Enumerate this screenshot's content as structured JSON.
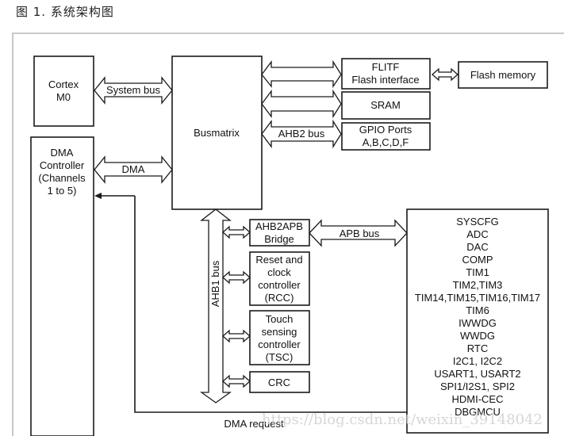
{
  "caption": "图 1. 系统架构图",
  "blocks": {
    "cortex": [
      "Cortex",
      "M0"
    ],
    "dma_controller": [
      "DMA",
      "Controller",
      "(Channels",
      "1 to 5)"
    ],
    "busmatrix": "Busmatrix",
    "flitf": [
      "FLITF",
      "Flash interface"
    ],
    "flash_memory": "Flash memory",
    "sram": "SRAM",
    "gpio": [
      "GPIO Ports",
      "A,B,C,D,F"
    ],
    "ahb2apb": [
      "AHB2APB",
      "Bridge"
    ],
    "rcc": [
      "Reset and",
      "clock",
      "controller",
      "(RCC)"
    ],
    "tsc": [
      "Touch",
      "sensing",
      "controller",
      "(TSC)"
    ],
    "crc": "CRC",
    "apb_peripherals": [
      "SYSCFG",
      "ADC",
      "DAC",
      "COMP",
      "TIM1",
      "TIM2,TIM3",
      "TIM14,TIM15,TIM16,TIM17",
      "TIM6",
      "IWWDG",
      "WWDG",
      "RTC",
      "I2C1, I2C2",
      "USART1, USART2",
      "SPI1/I2S1, SPI2",
      "HDMI-CEC",
      "DBGMCU"
    ]
  },
  "buses": {
    "system_bus": "System bus",
    "dma": "DMA",
    "ahb2_bus": "AHB2 bus",
    "ahb1_bus": "AHB1 bus",
    "apb_bus": "APB bus",
    "dma_request": "DMA request"
  },
  "watermark": "https://blog.csdn.net/weixin_39148042"
}
